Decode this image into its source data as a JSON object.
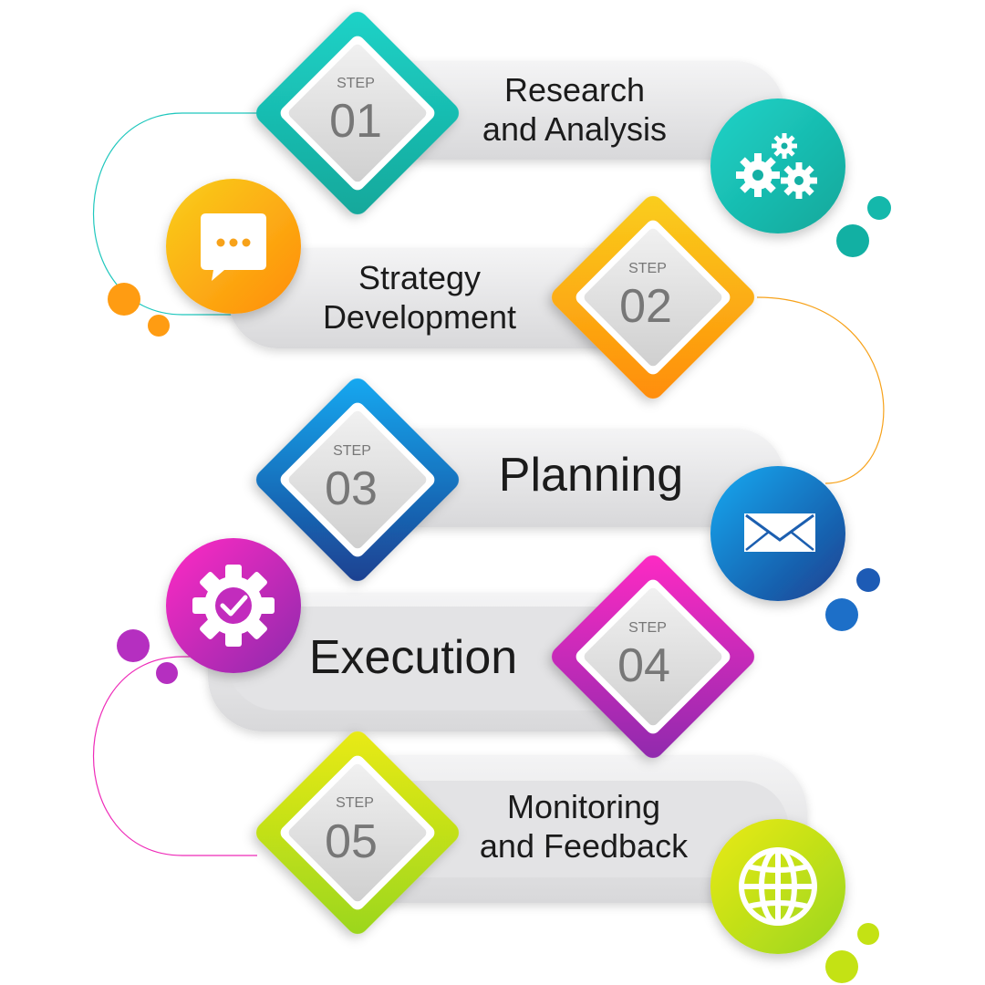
{
  "steps": [
    {
      "prefix": "STEP",
      "number": "01",
      "title_lines": [
        "Research",
        "and Analysis"
      ],
      "icon": "gears-icon",
      "color_start": "#1fd3c8",
      "color_end": "#12a79a"
    },
    {
      "prefix": "STEP",
      "number": "02",
      "title_lines": [
        "Strategy",
        "Development"
      ],
      "icon": "chat-bubble-icon",
      "color_start": "#f9cf1d",
      "color_end": "#ff8c0a"
    },
    {
      "prefix": "STEP",
      "number": "03",
      "title_lines": [
        "Planning"
      ],
      "icon": "envelope-icon",
      "color_start": "#12aaf2",
      "color_end": "#1c3f8f"
    },
    {
      "prefix": "STEP",
      "number": "04",
      "title_lines": [
        "Execution"
      ],
      "icon": "gear-check-icon",
      "color_start": "#ff2ac4",
      "color_end": "#8e2aad"
    },
    {
      "prefix": "STEP",
      "number": "05",
      "title_lines": [
        "Monitoring",
        "and Feedback"
      ],
      "icon": "globe-icon",
      "color_start": "#eaea14",
      "color_end": "#9ad61e"
    }
  ]
}
